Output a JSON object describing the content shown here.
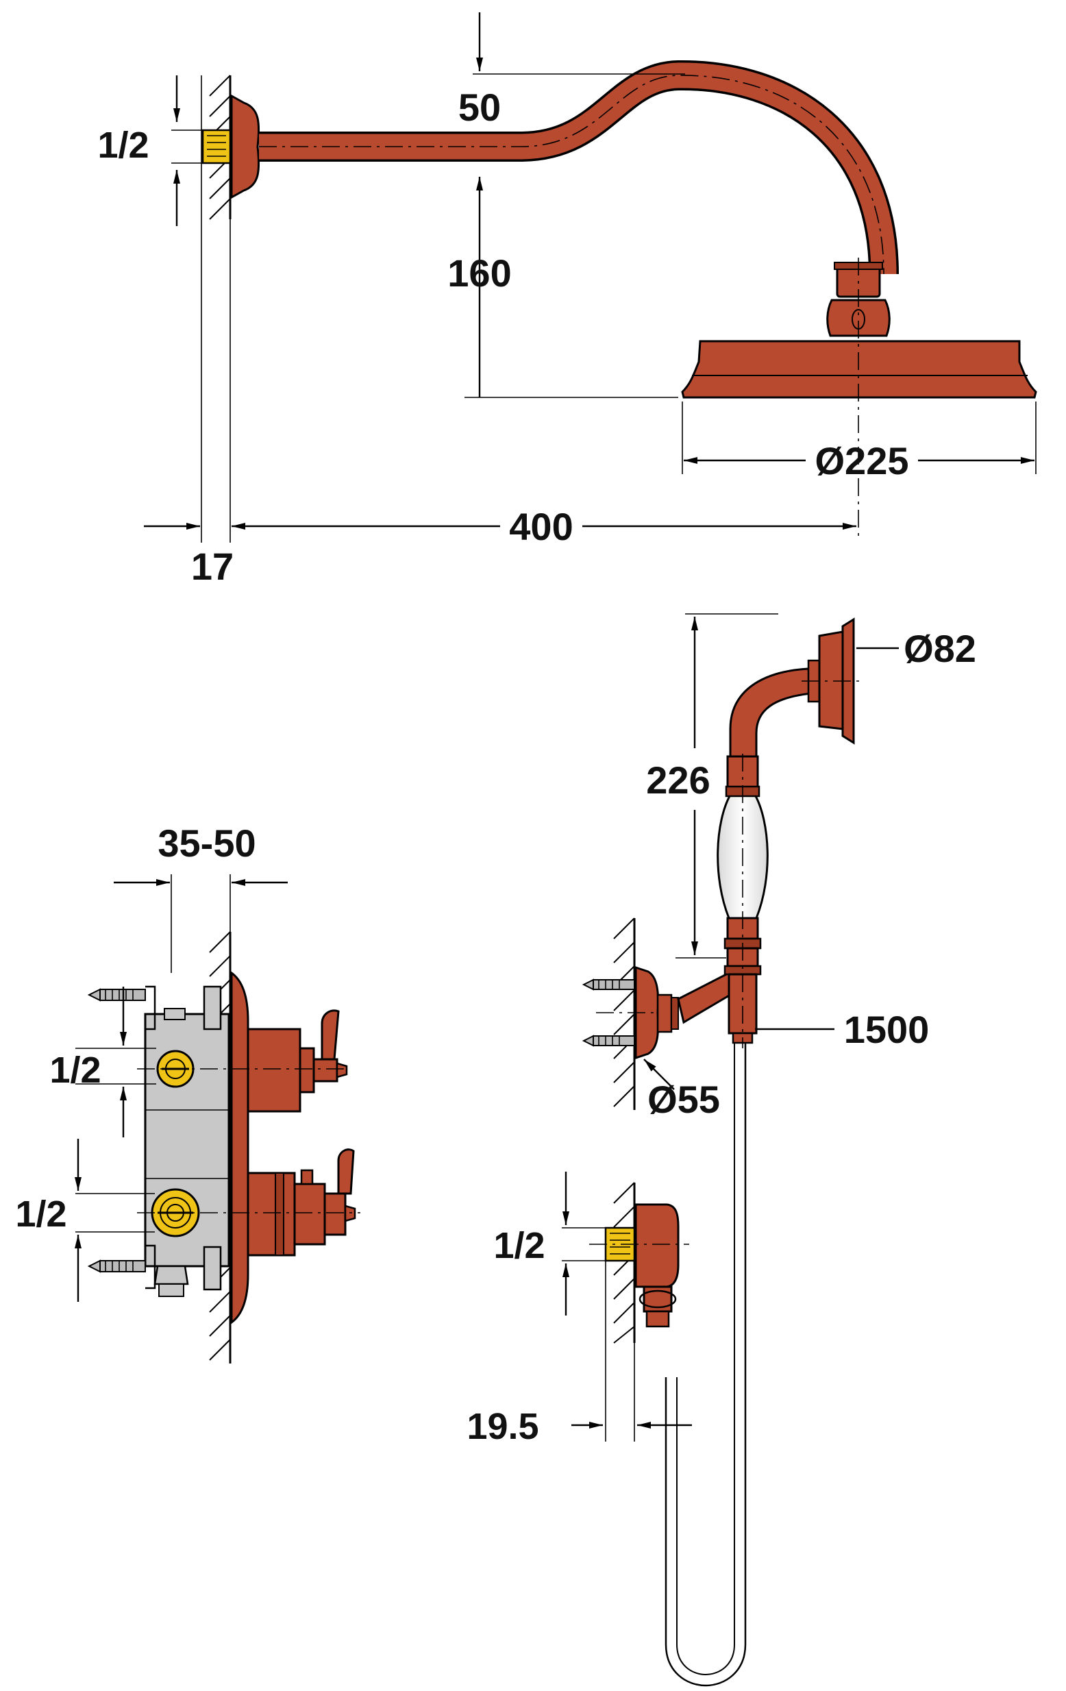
{
  "colors": {
    "body": "#b84a30",
    "body_shade": "#9c3a22",
    "brass": "#f0c417",
    "box": "#c8c8c8",
    "line": "#000000"
  },
  "shower_arm": {
    "thread_label": "1/2",
    "drop_top_label": "50",
    "drop_label": "160",
    "head_diameter_label": "Ø225",
    "projection_label": "400",
    "wall_offset_label": "17"
  },
  "mixer": {
    "wall_depth_label": "35-50",
    "inlet_upper_label": "1/2",
    "inlet_lower_label": "1/2"
  },
  "hand_shower": {
    "head_diameter_label": "Ø82",
    "length_label": "226",
    "hose_label": "1500",
    "bracket_diameter_label": "Ø55"
  },
  "outlet": {
    "thread_label": "1/2",
    "depth_label": "19.5"
  },
  "icons": [
    "hatched-wall-icon",
    "dimension-arrow-icon"
  ]
}
